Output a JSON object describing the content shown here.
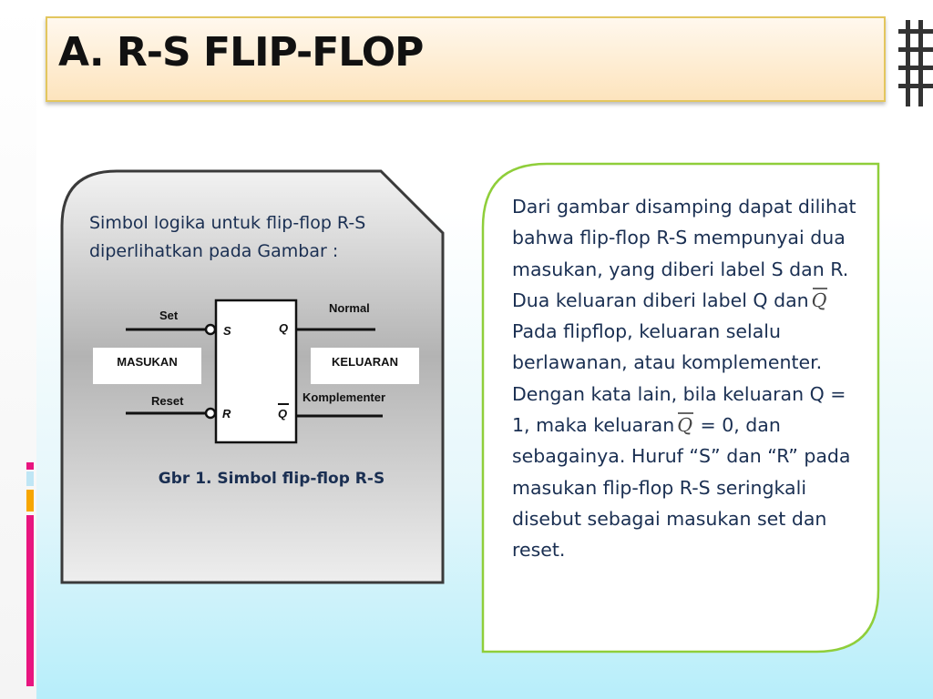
{
  "slide": {
    "title": "A. R-S FLIP-FLOP"
  },
  "left_panel": {
    "intro": "Simbol logika untuk flip-flop R-S diperlihatkan pada Gambar :",
    "figure_caption": "Gbr 1. Simbol flip-flop R-S",
    "diagram": {
      "set_label": "Set",
      "reset_label": "Reset",
      "s_pin": "S",
      "r_pin": "R",
      "q_pin": "Q",
      "qbar_pin": "Q",
      "normal_label": "Normal",
      "komplementer_label": "Komplementer",
      "input_box": "MASUKAN",
      "output_box": "KELUARAN"
    }
  },
  "right_panel": {
    "text_1": "Dari gambar disamping dapat dilihat bahwa flip-flop R-S mempunyai dua masukan, yang diberi label S dan R. Dua keluaran diberi label Q dan",
    "qbar_symbol_1": "Q",
    "text_2": " Pada flipflop, keluaran selalu berlawanan, atau komplementer. Dengan kata lain, bila keluaran Q = 1, maka keluaran",
    "qbar_symbol_2": "Q",
    "text_3": " = 0, dan sebagainya. Huruf “S” dan “R” pada masukan flip-flop R-S seringkali disebut sebagai masukan set dan reset."
  },
  "colors": {
    "title_border": "#e3c65e",
    "title_fill": "#fde4bd",
    "text_navy": "#1a2f52",
    "panel_border_green": "#8fce3a",
    "accent_pink": "#e8157f",
    "accent_orange": "#f7a600",
    "accent_lightblue": "#bfe6f5"
  }
}
